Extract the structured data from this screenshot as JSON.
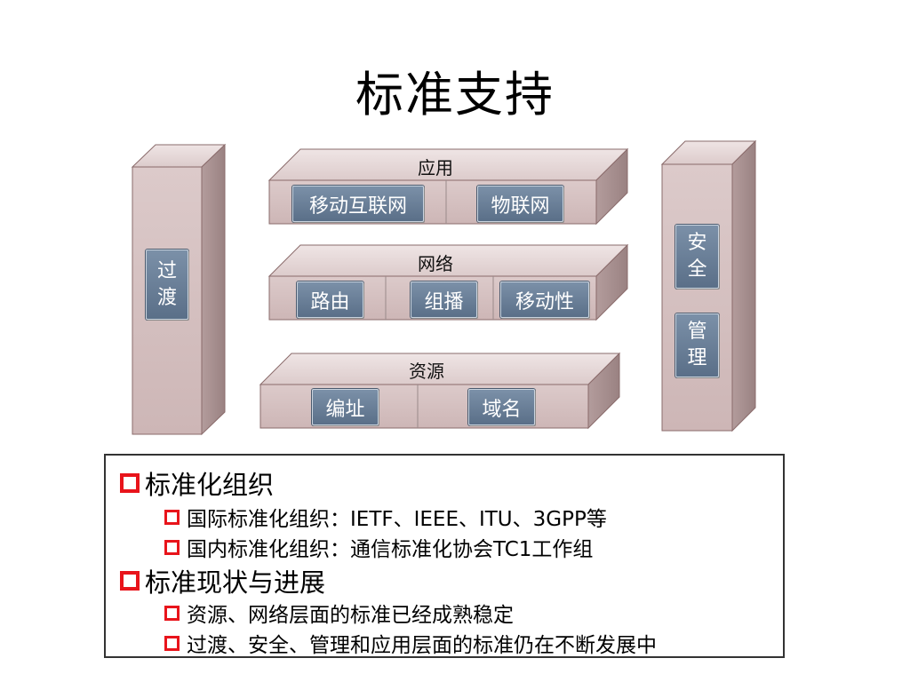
{
  "title": "标准支持",
  "side": {
    "left": [
      "过",
      "渡"
    ],
    "right_security": [
      "安",
      "全"
    ],
    "right_management": [
      "管",
      "理"
    ]
  },
  "layers": {
    "application": {
      "label": "应用",
      "items": [
        "移动互联网",
        "物联网"
      ]
    },
    "network": {
      "label": "网络",
      "items": [
        "路由",
        "组播",
        "移动性"
      ]
    },
    "resource": {
      "label": "资源",
      "items": [
        "编址",
        "域名"
      ]
    }
  },
  "notes": {
    "b1": "标准化组织",
    "b1_items": [
      "国际标准化组织：IETF、IEEE、ITU、3GPP等",
      "国内标准化组织：通信标准化协会TC1工作组"
    ],
    "b2": "标准现状与进展",
    "b2_items": [
      "资源、网络层面的标准已经成熟稳定",
      "过渡、安全、管理和应用层面的标准仍在不断发展中"
    ]
  },
  "colors": {
    "box_front": "#d4c0c0",
    "box_top": "#e4d6d6",
    "box_side": "#a89090",
    "button": "#6a7f98",
    "bullet": "#e8141b"
  }
}
